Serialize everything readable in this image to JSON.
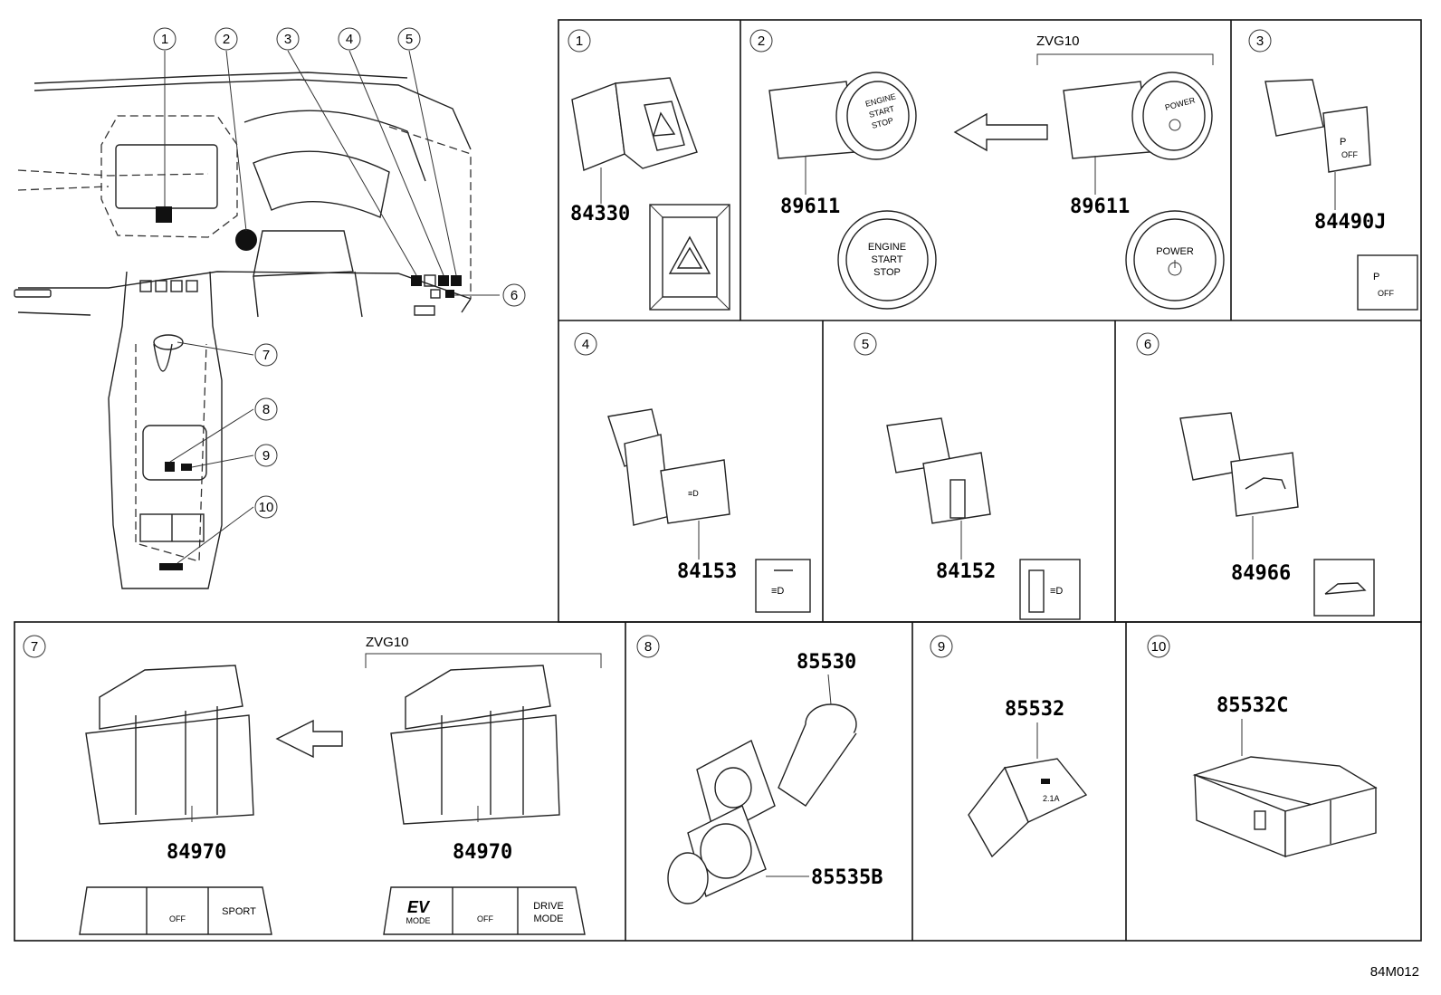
{
  "drawing_code": "84M012",
  "overview": {
    "callouts": [
      "1",
      "2",
      "3",
      "4",
      "5",
      "6",
      "7",
      "8",
      "9",
      "10"
    ]
  },
  "panels": [
    {
      "num": "1",
      "parts": [
        "84330"
      ]
    },
    {
      "num": "2",
      "variant": "ZVG10",
      "parts": [
        "89611",
        "89611"
      ],
      "button_std": [
        "ENGINE",
        "START",
        "STOP"
      ],
      "button_var": "POWER"
    },
    {
      "num": "3",
      "parts": [
        "84490J"
      ],
      "icon_text": "OFF"
    },
    {
      "num": "4",
      "parts": [
        "84153"
      ]
    },
    {
      "num": "5",
      "parts": [
        "84152"
      ]
    },
    {
      "num": "6",
      "parts": [
        "84966"
      ]
    },
    {
      "num": "7",
      "variant": "ZVG10",
      "parts": [
        "84970",
        "84970"
      ],
      "std_labels": [
        "OFF",
        "SPORT"
      ],
      "var_labels": [
        "EV",
        "MODE",
        "OFF",
        "DRIVE",
        "MODE"
      ]
    },
    {
      "num": "8",
      "parts": [
        "85530",
        "85535B"
      ]
    },
    {
      "num": "9",
      "parts": [
        "85532"
      ],
      "icon_text": "2.1A"
    },
    {
      "num": "10",
      "parts": [
        "85532C"
      ]
    }
  ]
}
